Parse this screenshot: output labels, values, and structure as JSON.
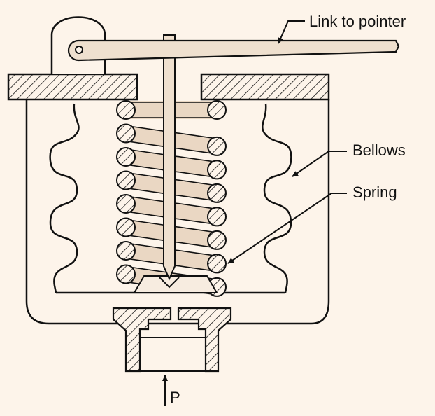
{
  "diagram": {
    "labels": {
      "link_to_pointer": "Link to pointer",
      "bellows": "Bellows",
      "spring": "Spring",
      "pressure": "P"
    },
    "colors": {
      "background": "#fdf4ea",
      "outline": "#111111",
      "spring_fill": "#ead7c3",
      "rod_fill": "#efe0cf"
    },
    "spring_coils": 8,
    "bellows_convolutions": 4
  }
}
